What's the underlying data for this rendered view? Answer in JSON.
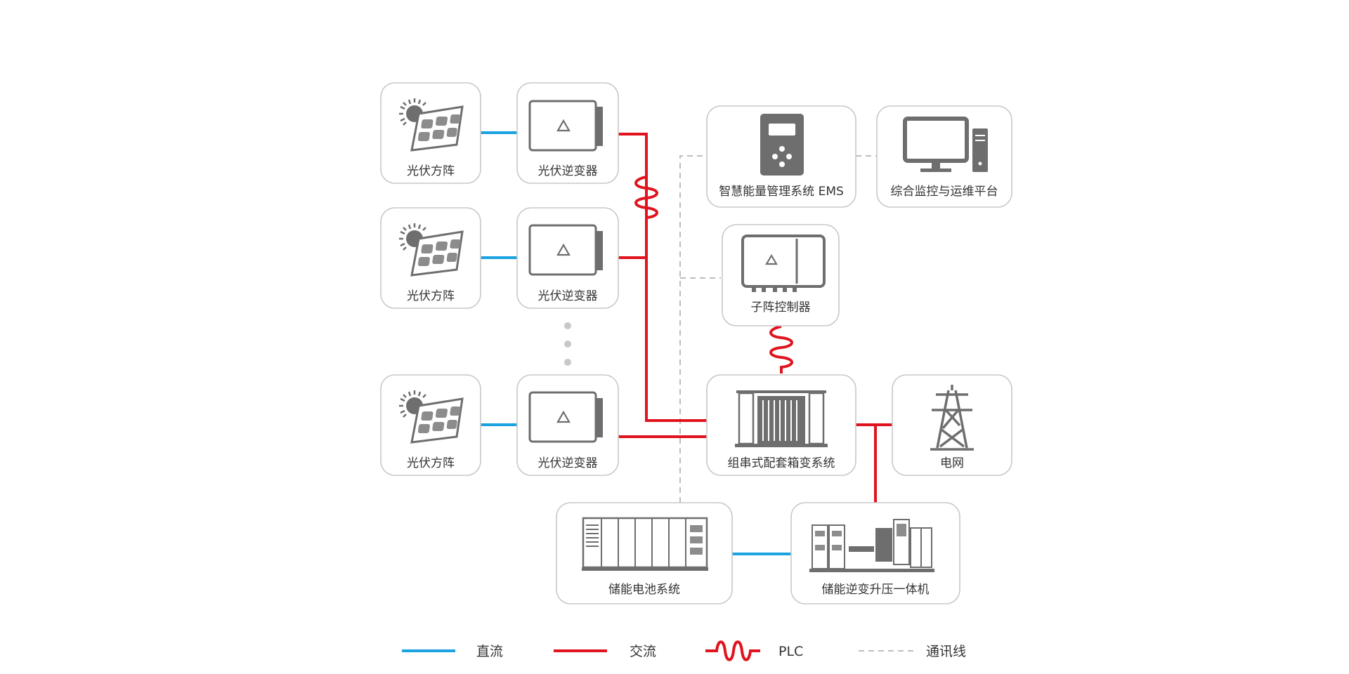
{
  "nodes": {
    "pv_array": "光伏方阵",
    "pv_inverter": "光伏逆变器",
    "ems": "智慧能量管理系统 EMS",
    "monitor_platform": "综合监控与运维平台",
    "subarray_controller": "子阵控制器",
    "box_transformer": "组串式配套箱变系统",
    "grid": "电网",
    "battery_system": "储能电池系统",
    "pcs_integrated": "储能逆变升压一体机"
  },
  "legend": {
    "dc": "直流",
    "ac": "交流",
    "plc": "PLC",
    "comm": "通讯线"
  },
  "colors": {
    "dc": "#1aa3e0",
    "ac": "#e0141e",
    "plc": "#e0141e",
    "comm": "#bdbdbd",
    "icon": "#6e6e6e"
  }
}
